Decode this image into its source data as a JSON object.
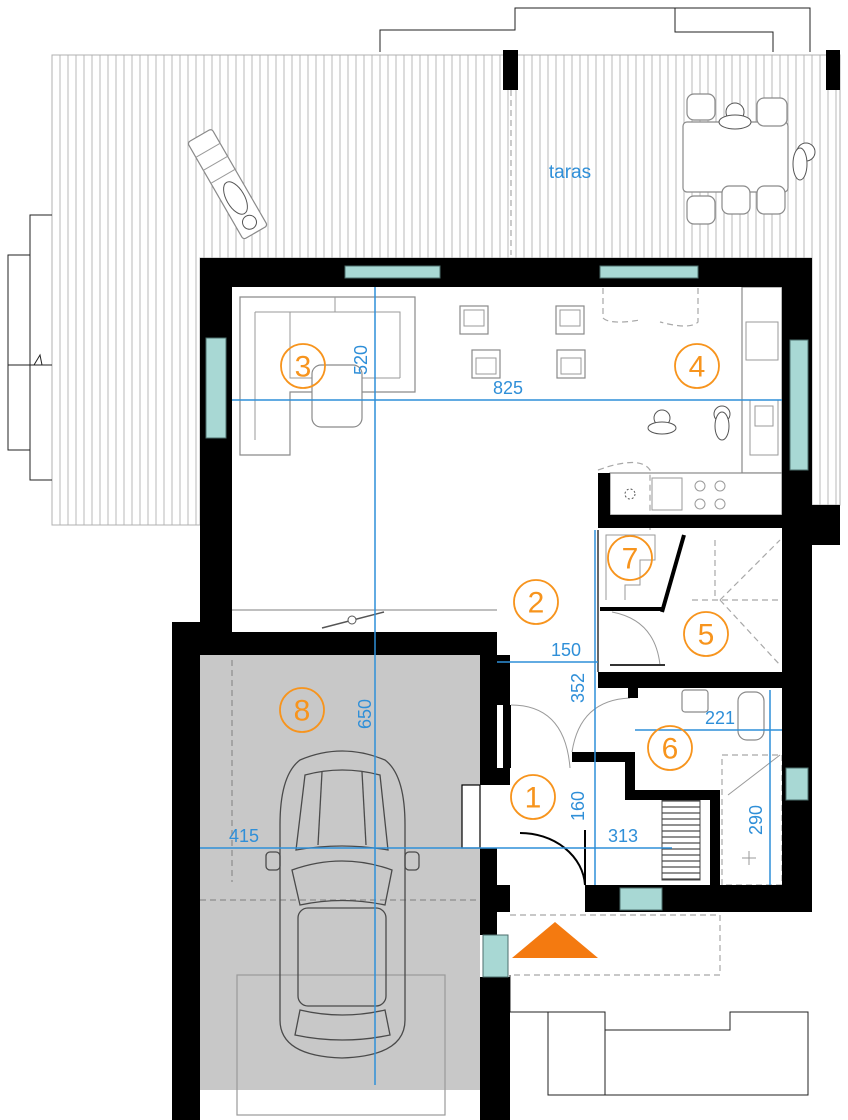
{
  "plan": {
    "terrace_label": "taras",
    "room_numbers": [
      "1",
      "2",
      "3",
      "4",
      "5",
      "6",
      "7",
      "8"
    ],
    "dimensions": [
      "520",
      "825",
      "150",
      "352",
      "221",
      "650",
      "160",
      "313",
      "415",
      "290"
    ]
  },
  "colors": {
    "room_marker": "#f7941d",
    "dimension": "#2f8fd8",
    "wall": "#000000",
    "window": "#a8d8d4",
    "garage_floor": "#c8c8c8",
    "entrance_arrow": "#f47a10"
  },
  "icons": {
    "entrance": "entrance-arrow-icon"
  }
}
